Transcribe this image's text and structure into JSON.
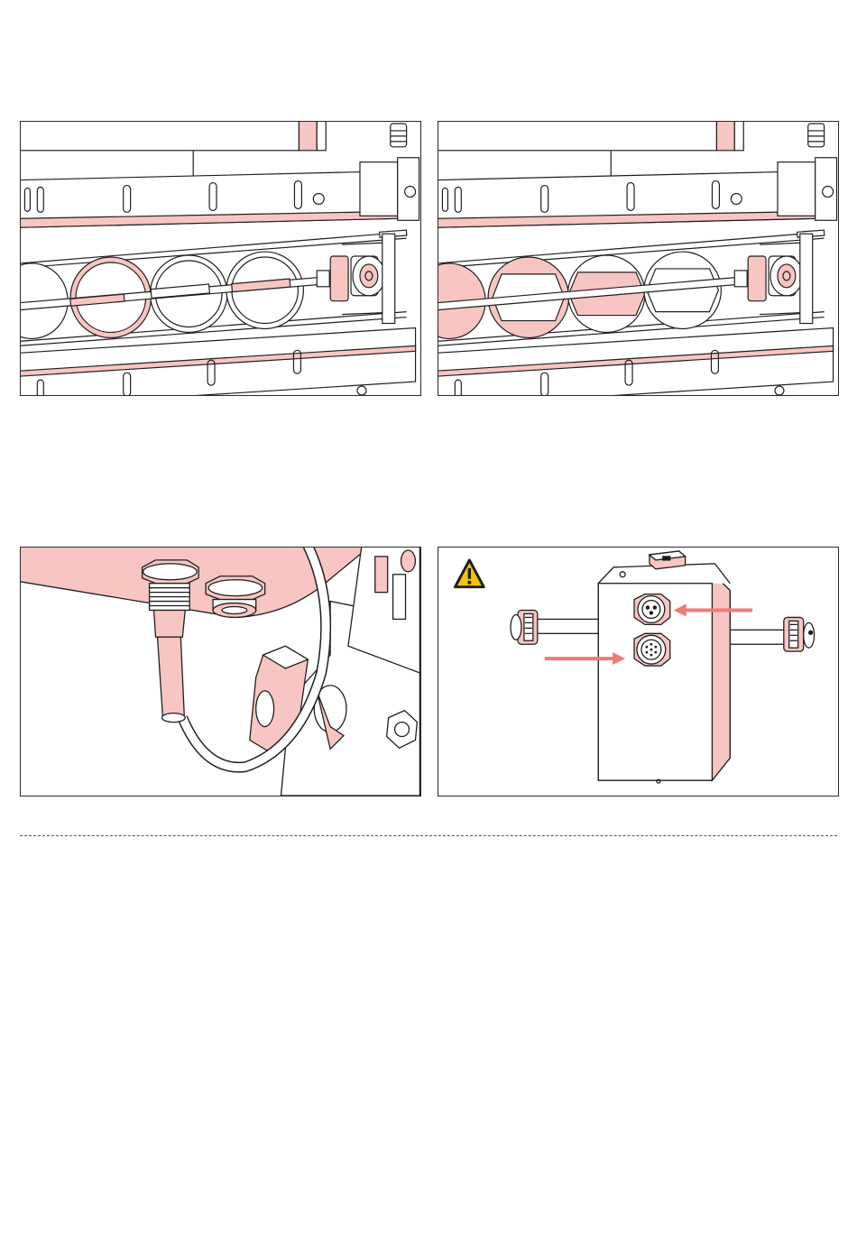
{
  "figures": [
    {
      "id": "fig-belt-inserts-installed",
      "icon": "none"
    },
    {
      "id": "fig-belt-inserts-removed",
      "icon": "none"
    },
    {
      "id": "fig-cable-gland-connector",
      "icon": "none"
    },
    {
      "id": "fig-control-box-connectors",
      "icon": "warning-icon"
    }
  ],
  "colors": {
    "line": "#1e1e1e",
    "highlight": "#f7c6c2",
    "highlight_dark": "#eea39c",
    "arrow": "#ee7b78",
    "warning_fill": "#f6c40a"
  }
}
